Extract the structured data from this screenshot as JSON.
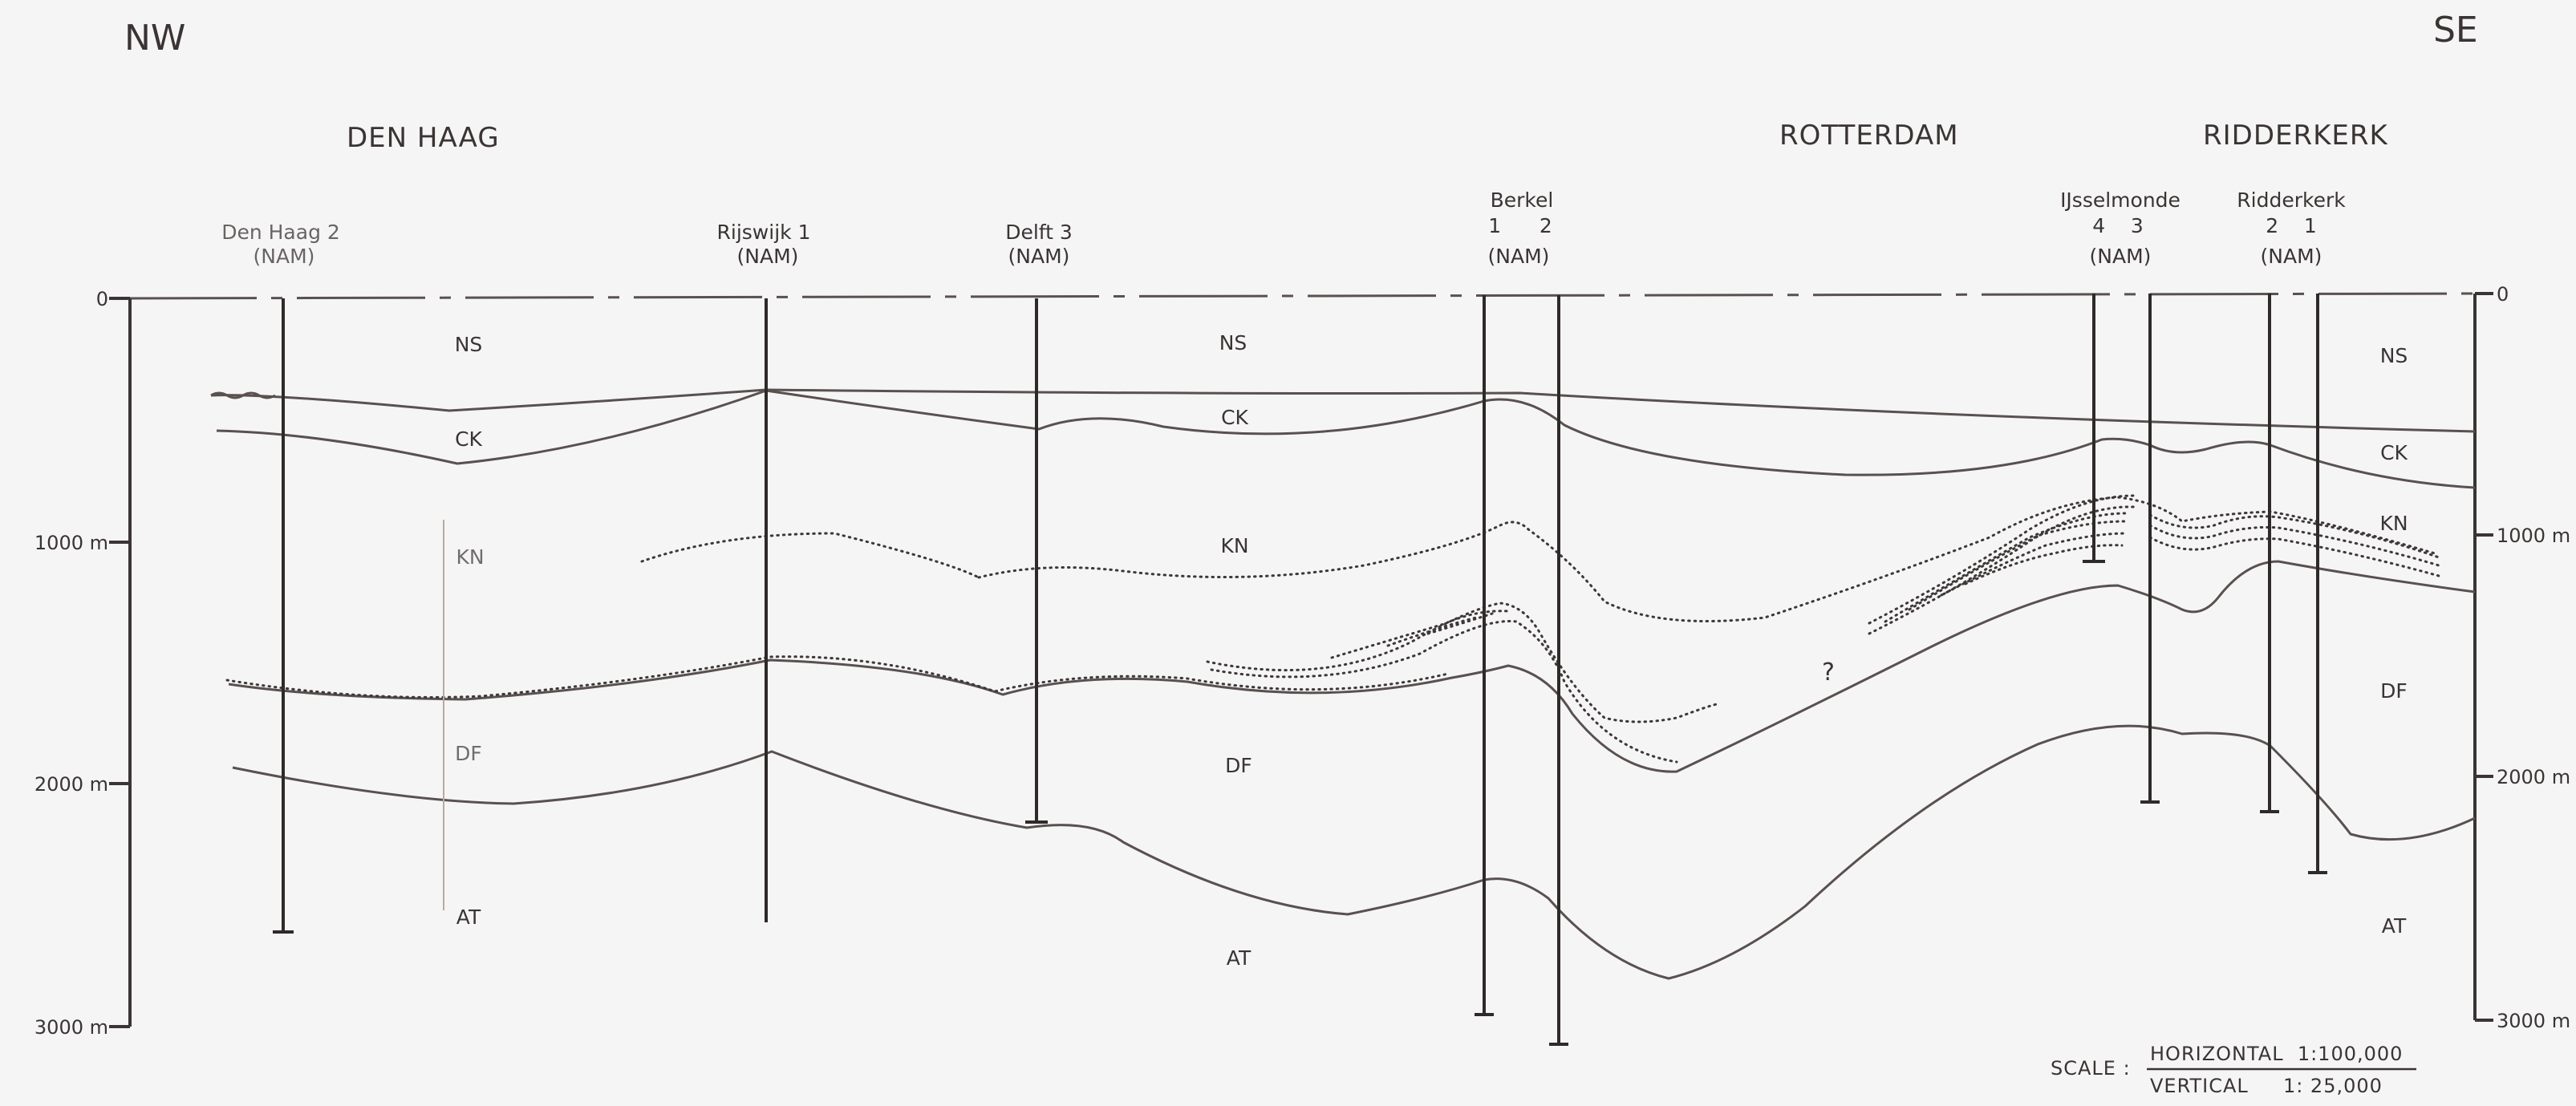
{
  "directions": {
    "left": "NW",
    "right": "SE"
  },
  "cities": [
    "DEN HAAG",
    "ROTTERDAM",
    "RIDDERKERK"
  ],
  "wells": [
    {
      "name": "Den Haag 2",
      "op": "(NAM)"
    },
    {
      "name": "Rijswijk 1",
      "op": "(NAM)"
    },
    {
      "name": "Delft 3",
      "op": "(NAM)"
    },
    {
      "name": "Berkel",
      "nums": "1      2",
      "op": "(NAM)"
    },
    {
      "name": "IJsselmonde",
      "nums": "4    3",
      "op": "(NAM)"
    },
    {
      "name": "Ridderkerk",
      "nums": "2    1",
      "op": "(NAM)"
    }
  ],
  "depth_left": [
    "0",
    "1000 m",
    "2000 m",
    "3000 m"
  ],
  "depth_right": [
    "0",
    "1000 m",
    "2000 m",
    "3000 m"
  ],
  "units": [
    "NS",
    "CK",
    "KN",
    "DF",
    "AT"
  ],
  "question_mark": "?",
  "scale": {
    "label": "SCALE :",
    "horizontal": "HORIZONTAL  1:100,000",
    "vertical": "VERTICAL     1: 25,000"
  },
  "colors": {
    "ink": "#3a3434",
    "background": "#f6f5f5"
  }
}
